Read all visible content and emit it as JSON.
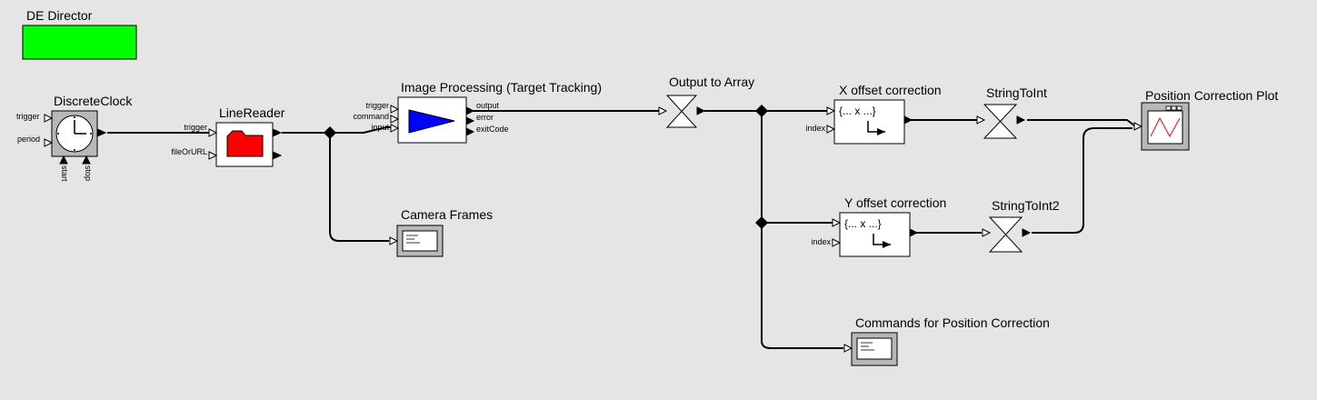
{
  "director": {
    "label": "DE Director",
    "color": "#00ff00"
  },
  "actors": {
    "clock": {
      "label": "DiscreteClock",
      "ports": {
        "trigger": "trigger",
        "period": "period",
        "start": "start",
        "stop": "stop"
      }
    },
    "linereader": {
      "label": "LineReader",
      "icon_color": "#ff0000",
      "ports": {
        "trigger": "trigger",
        "fileOrURL": "fileOrURL"
      }
    },
    "imgproc": {
      "label": "Image Processing (Target Tracking)",
      "icon_color": "#0000ff",
      "ports": {
        "trigger": "trigger",
        "command": "command",
        "input": "input",
        "output": "output",
        "error": "error",
        "exitCode": "exitCode"
      }
    },
    "camera": {
      "label": "Camera Frames"
    },
    "toarray": {
      "label": "Output to Array"
    },
    "xoffset": {
      "label": "X offset correction",
      "expr": "{... x ...}",
      "ports": {
        "index": "index"
      }
    },
    "yoffset": {
      "label": "Y offset correction",
      "expr": "{... x ...}",
      "ports": {
        "index": "index"
      }
    },
    "strtoint": {
      "label": "StringToInt"
    },
    "strtoint2": {
      "label": "StringToInt2"
    },
    "plot": {
      "label": "Position Correction Plot",
      "icon_color": "#ff0000"
    },
    "commands": {
      "label": "Commands for Position Correction"
    }
  }
}
